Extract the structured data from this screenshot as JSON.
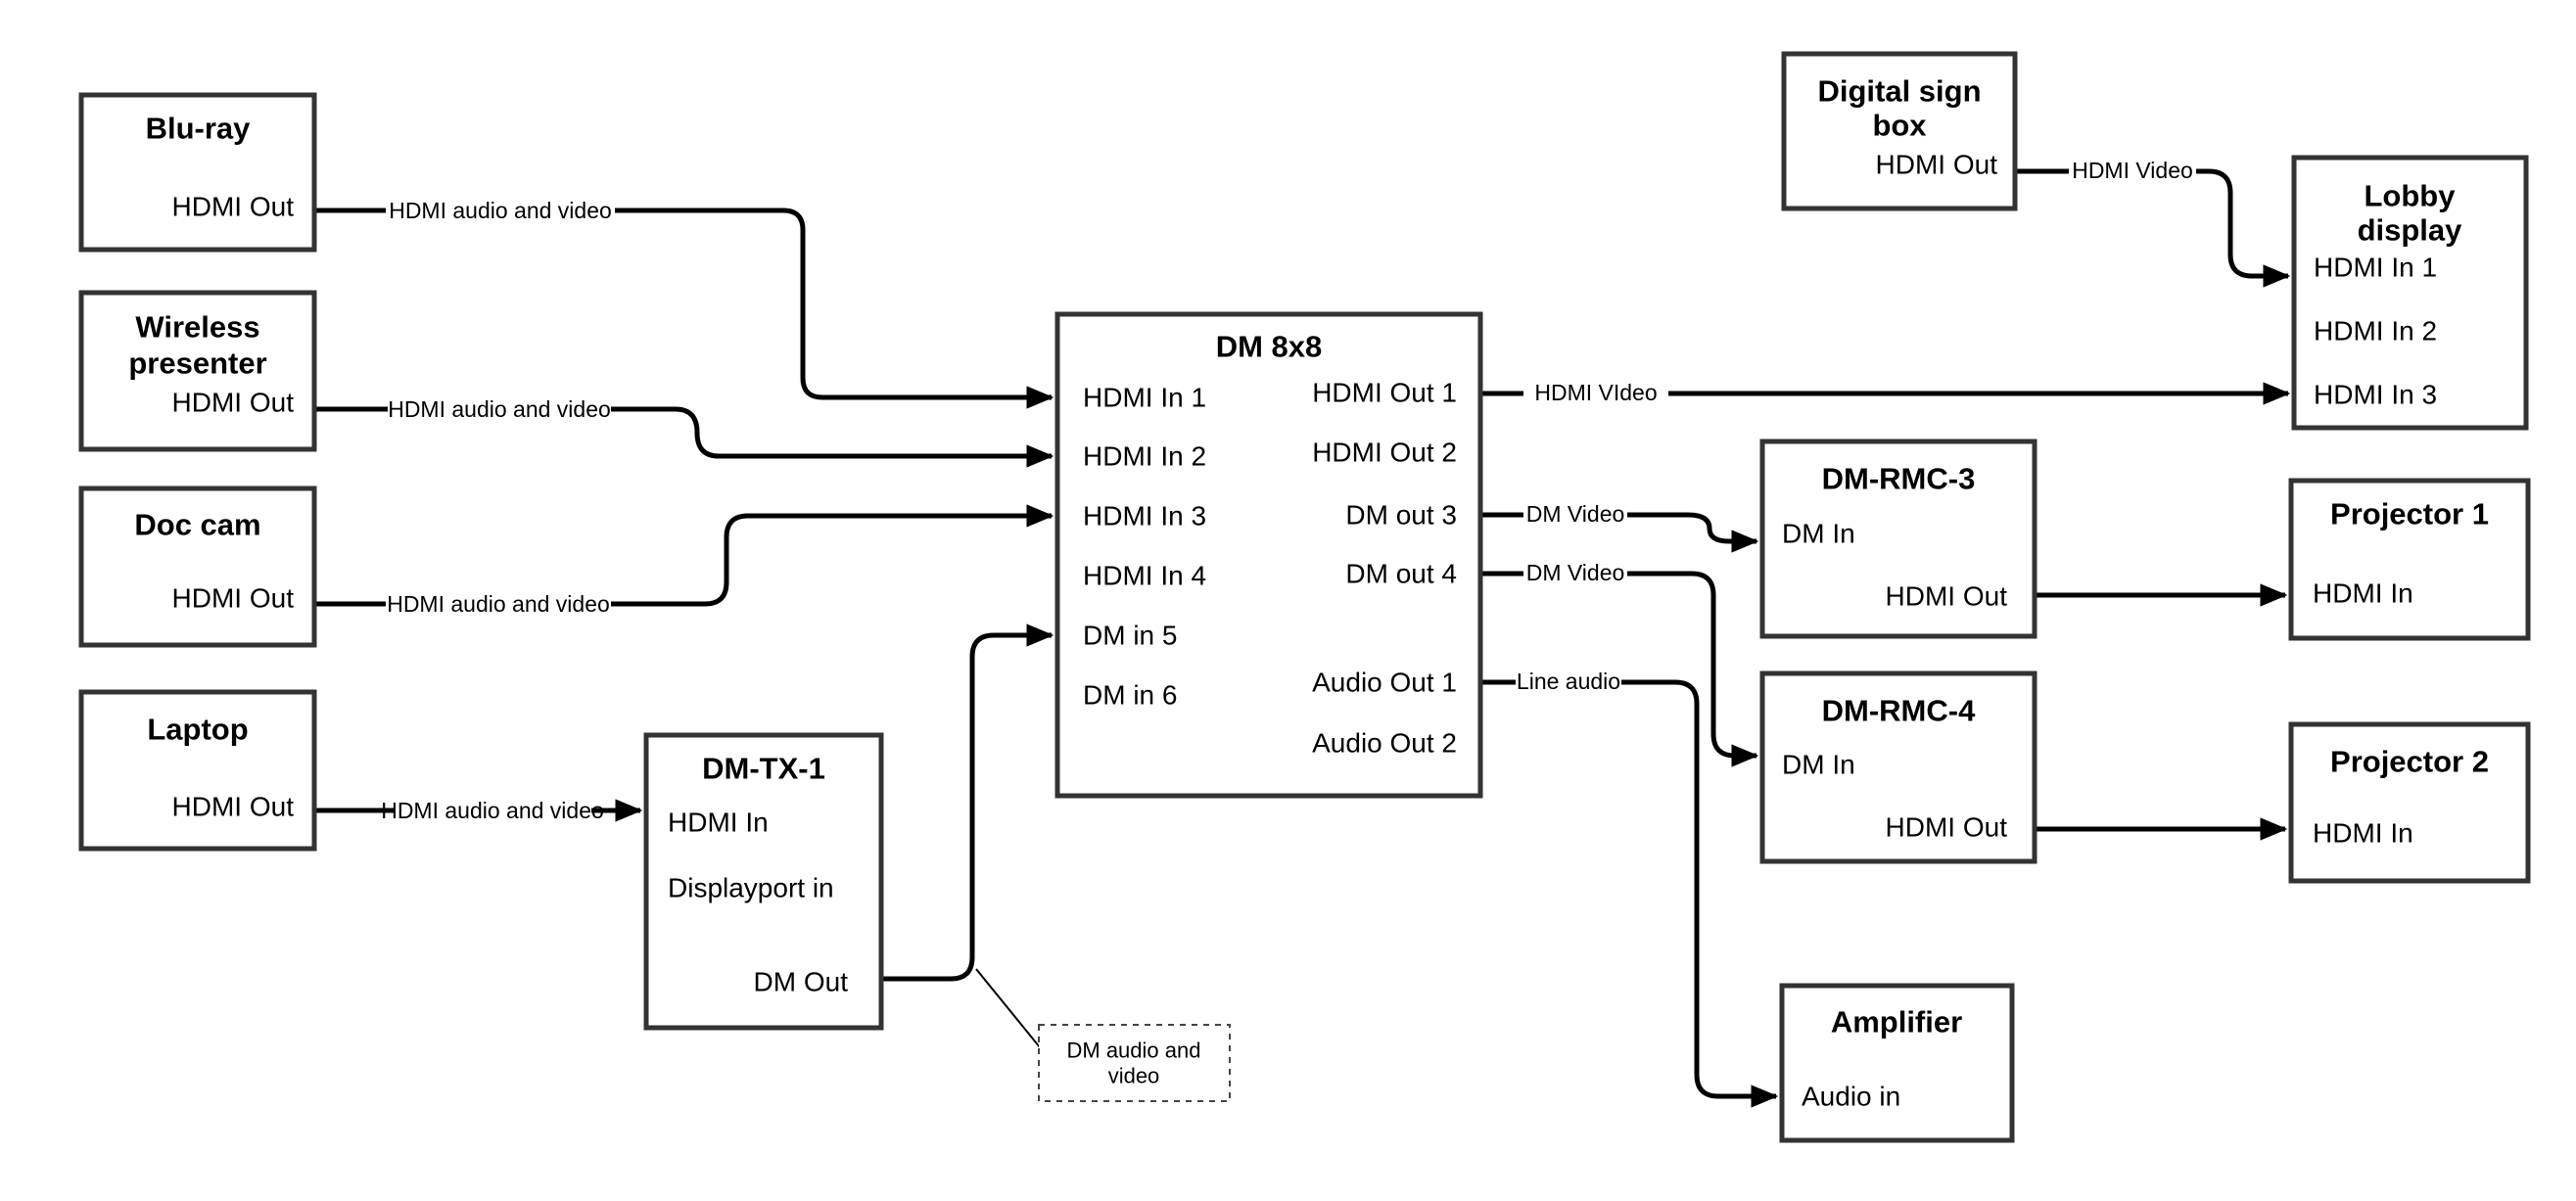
{
  "diagram": {
    "colors": {
      "wire": "#000000",
      "box_border": "#333333",
      "background": "#ffffff"
    },
    "nodes": {
      "bluray": {
        "title": "Blu-ray",
        "port_out": "HDMI Out"
      },
      "wireless": {
        "title_line1": "Wireless",
        "title_line2": "presenter",
        "port_out": "HDMI Out"
      },
      "doccam": {
        "title": "Doc cam",
        "port_out": "HDMI Out"
      },
      "laptop": {
        "title": "Laptop",
        "port_out": "HDMI Out"
      },
      "dmtx1": {
        "title": "DM-TX-1",
        "port_hdmi_in": "HDMI In",
        "port_dp_in": "Displayport in",
        "port_dm_out": "DM Out"
      },
      "dm8x8": {
        "title": "DM 8x8",
        "inputs": [
          "HDMI In 1",
          "HDMI In 2",
          "HDMI In 3",
          "HDMI In 4",
          "DM in 5",
          "DM in 6"
        ],
        "outputs": [
          "HDMI Out 1",
          "HDMI Out 2",
          "DM out 3",
          "DM out 4",
          "Audio Out 1",
          "Audio Out 2"
        ]
      },
      "digital_sign": {
        "title_line1": "Digital sign",
        "title_line2": "box",
        "port_out": "HDMI Out"
      },
      "lobby": {
        "title_line1": "Lobby",
        "title_line2": "display",
        "inputs": [
          "HDMI In 1",
          "HDMI In 2",
          "HDMI In 3"
        ]
      },
      "dmrmc3": {
        "title": "DM-RMC-3",
        "port_in": "DM In",
        "port_out": "HDMI Out"
      },
      "dmrmc4": {
        "title": "DM-RMC-4",
        "port_in": "DM In",
        "port_out": "HDMI Out"
      },
      "proj1": {
        "title": "Projector 1",
        "port_in": "HDMI In"
      },
      "proj2": {
        "title": "Projector 2",
        "port_in": "HDMI In"
      },
      "amplifier": {
        "title": "Amplifier",
        "port_in": "Audio in"
      }
    },
    "labels": {
      "bluray_link": "HDMI audio and video",
      "wireless_link": "HDMI audio and video",
      "doccam_link": "HDMI audio and video",
      "laptop_link": "HDMI audio and video",
      "hdmi_video_out1": "HDMI VIdeo",
      "dm_video_out3": "DM Video",
      "dm_video_out4": "DM Video",
      "line_audio": "Line audio",
      "hdmi_video_sign": "HDMI Video",
      "callout_line1": "DM audio and",
      "callout_line2": "video"
    }
  }
}
